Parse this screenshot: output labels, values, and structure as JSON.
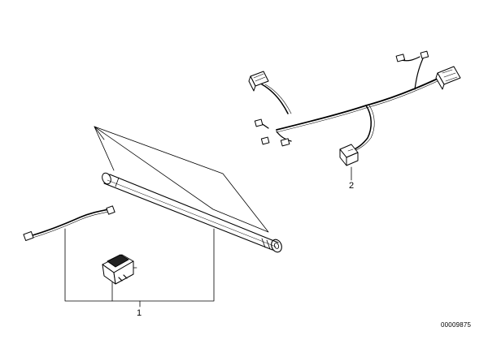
{
  "callouts": {
    "part_1": "1",
    "part_2": "2"
  },
  "document_number": "00009875"
}
